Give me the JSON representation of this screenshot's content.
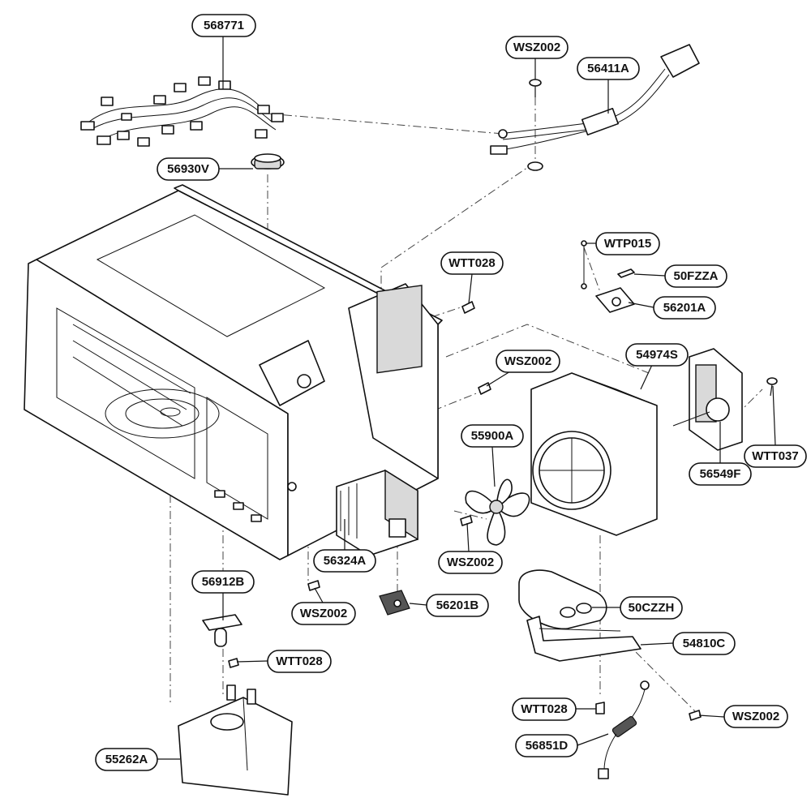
{
  "diagram": {
    "callouts": [
      {
        "id": "568771",
        "label": "568771"
      },
      {
        "id": "WSZ002_a",
        "label": "WSZ002"
      },
      {
        "id": "56411A",
        "label": "56411A"
      },
      {
        "id": "56930V",
        "label": "56930V"
      },
      {
        "id": "WTP015",
        "label": "WTP015"
      },
      {
        "id": "WTT028_a",
        "label": "WTT028"
      },
      {
        "id": "50FZZA",
        "label": "50FZZA"
      },
      {
        "id": "56201A",
        "label": "56201A"
      },
      {
        "id": "WSZ002_b",
        "label": "WSZ002"
      },
      {
        "id": "54974S",
        "label": "54974S"
      },
      {
        "id": "55900A",
        "label": "55900A"
      },
      {
        "id": "WTT037",
        "label": "WTT037"
      },
      {
        "id": "56549F",
        "label": "56549F"
      },
      {
        "id": "56324A",
        "label": "56324A"
      },
      {
        "id": "WSZ002_c",
        "label": "WSZ002"
      },
      {
        "id": "56912B",
        "label": "56912B"
      },
      {
        "id": "WSZ002_d",
        "label": "WSZ002"
      },
      {
        "id": "56201B",
        "label": "56201B"
      },
      {
        "id": "50CZZH",
        "label": "50CZZH"
      },
      {
        "id": "WTT028_b",
        "label": "WTT028"
      },
      {
        "id": "54810C",
        "label": "54810C"
      },
      {
        "id": "WTT028_c",
        "label": "WTT028"
      },
      {
        "id": "WSZ002_e",
        "label": "WSZ002"
      },
      {
        "id": "55262A",
        "label": "55262A"
      },
      {
        "id": "56851D",
        "label": "56851D"
      }
    ]
  }
}
